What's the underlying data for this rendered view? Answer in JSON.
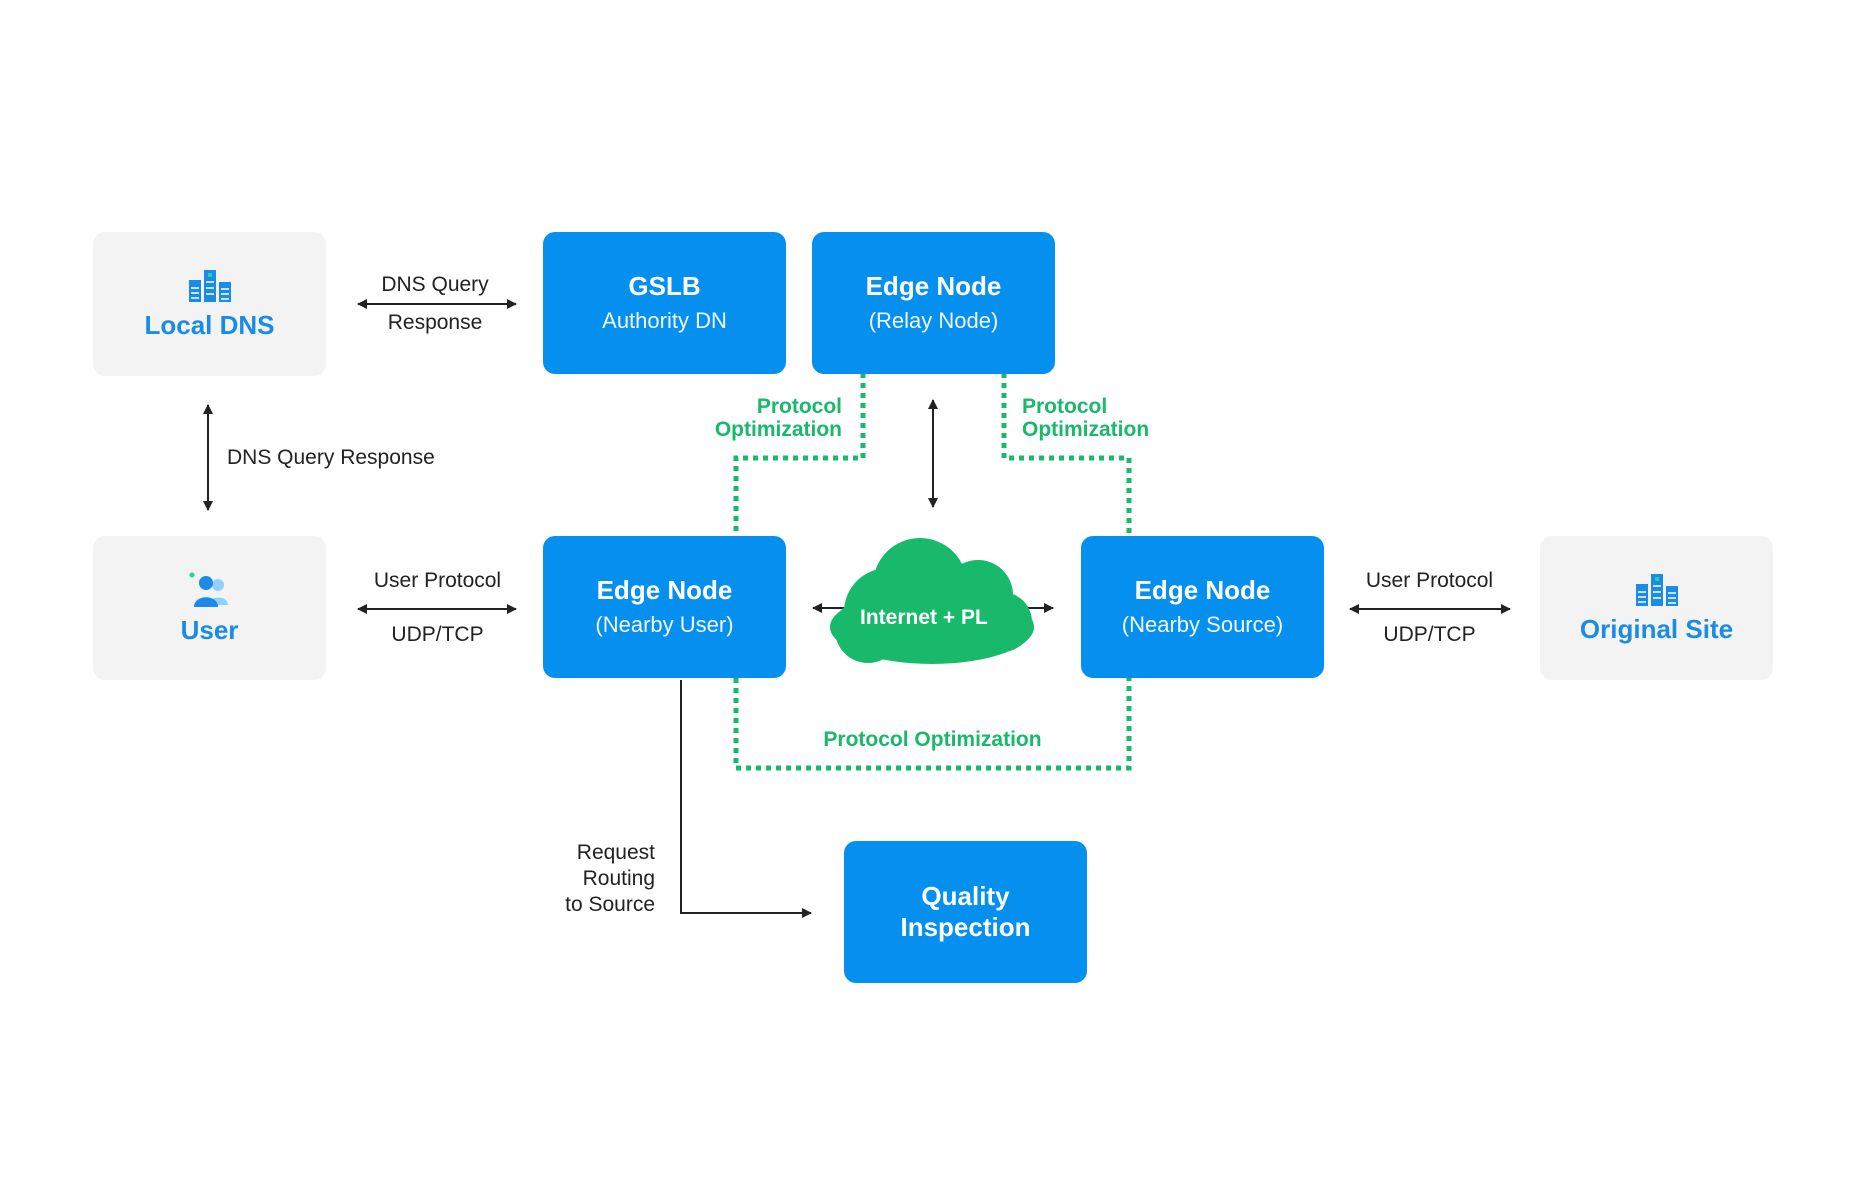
{
  "nodes": {
    "local_dns": {
      "title": "Local DNS",
      "icon": "server-icon"
    },
    "user": {
      "title": "User",
      "icon": "users-icon"
    },
    "gslb": {
      "title": "GSLB",
      "subtitle": "Authority DN"
    },
    "relay": {
      "title": "Edge Node",
      "subtitle": "(Relay Node)"
    },
    "nearby_user": {
      "title": "Edge Node",
      "subtitle": "(Nearby User)"
    },
    "nearby_source": {
      "title": "Edge Node",
      "subtitle": "(Nearby Source)"
    },
    "original_site": {
      "title": "Original Site",
      "icon": "server-icon"
    },
    "quality": {
      "title_line1": "Quality",
      "title_line2": "Inspection"
    },
    "cloud": {
      "label": "Internet + PL"
    }
  },
  "labels": {
    "dns_query": "DNS Query",
    "response": "Response",
    "dns_query_response": "DNS Query Response",
    "user_protocol_left": "User Protocol",
    "udp_tcp_left": "UDP/TCP",
    "user_protocol_right": "User Protocol",
    "udp_tcp_right": "UDP/TCP",
    "protocol_left_1": "Protocol",
    "optimization_left": "Optimization",
    "protocol_right_1": "Protocol",
    "optimization_right": "Optimization",
    "protocol_optimization_bottom": "Protocol Optimization",
    "request": "Request",
    "routing": "Routing",
    "to_source": "to Source"
  },
  "colors": {
    "node_blue": "#0590f0",
    "node_gray": "#f3f3f3",
    "accent_green": "#19b96b",
    "title_blue": "#1a8be6",
    "arrow": "#222222"
  }
}
